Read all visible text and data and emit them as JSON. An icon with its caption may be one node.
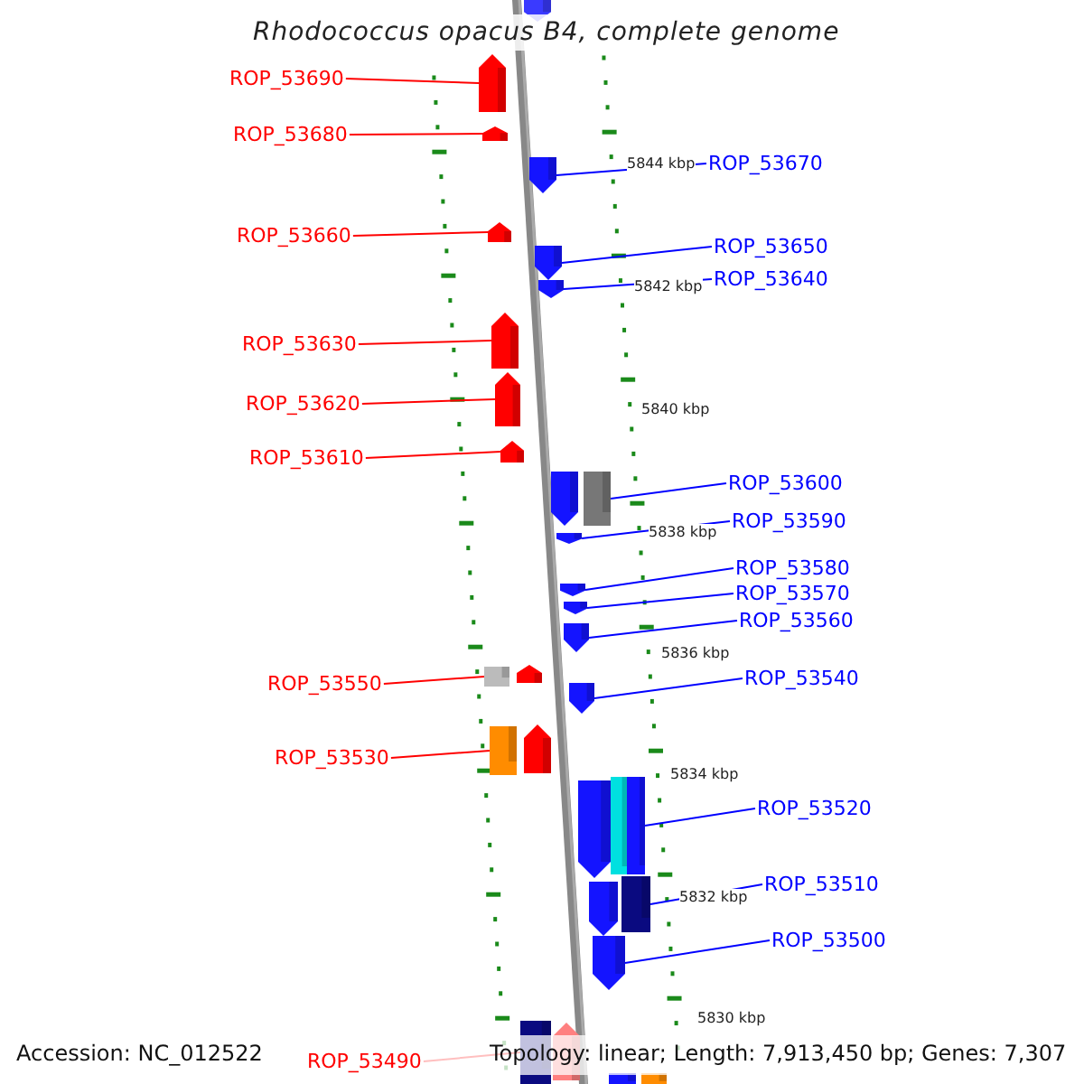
{
  "diagram": {
    "title": "Rhodococcus opacus B4, complete genome",
    "nodes": [
      {
        "text": [
          "ROP_53690"
        ]
      },
      {
        "text": [],
        "shape": "arrow"
      },
      {
        "text": [
          "ROP_53680"
        ]
      },
      {
        "text": [],
        "shape": "arrow"
      },
      {
        "text": [
          "ROP_53670"
        ]
      },
      {
        "text": [],
        "shape": "arrow"
      },
      {
        "text": [
          "ROP_53660"
        ]
      },
      {
        "text": [],
        "shape": "arrow"
      },
      {
        "text": [
          "ROP_53650"
        ]
      },
      {
        "text": [],
        "shape": "arrow"
      },
      {
        "text": [
          "ROP_53640"
        ]
      },
      {
        "text": [],
        "shape": "arrow"
      },
      {
        "text": [
          "ROP_53630"
        ]
      },
      {
        "text": [],
        "shape": "arrow"
      },
      {
        "text": [
          "ROP_53620"
        ]
      },
      {
        "text": [],
        "shape": "arrow"
      },
      {
        "text": [
          "ROP_53610"
        ]
      },
      {
        "text": [],
        "shape": "arrow"
      },
      {
        "text": [
          "ROP_53600"
        ]
      },
      {
        "text": [],
        "shape": "box"
      },
      {
        "text": [
          "ROP_53590"
        ]
      },
      {
        "text": [],
        "shape": "arrow"
      },
      {
        "text": [
          "ROP_53580"
        ]
      },
      {
        "text": [],
        "shape": "arrow"
      },
      {
        "text": [
          "ROP_53570"
        ]
      },
      {
        "text": [],
        "shape": "arrow"
      },
      {
        "text": [
          "ROP_53560"
        ]
      },
      {
        "text": [],
        "shape": "arrow"
      },
      {
        "text": [
          "ROP_53540"
        ]
      },
      {
        "text": [],
        "shape": "arrow"
      },
      {
        "text": [
          "ROP_53550"
        ]
      },
      {
        "text": [],
        "shape": "box"
      },
      {
        "text": [
          "ROP_53530"
        ]
      },
      {
        "text": [],
        "shape": "box"
      },
      {
        "text": [
          "ROP_53520"
        ]
      },
      {
        "text": [],
        "shape": "box"
      },
      {
        "text": [
          "ROP_53510"
        ]
      },
      {
        "text": [],
        "shape": "box"
      },
      {
        "text": [
          "ROP_53500"
        ]
      },
      {
        "text": [],
        "shape": "arrow"
      },
      {
        "text": [
          "ROP_53490"
        ]
      },
      {
        "text": [],
        "shape": "box"
      },
      {
        "text": [],
        "shape": "arrow"
      },
      {
        "text": [],
        "shape": "arrow"
      },
      {
        "text": [],
        "shape": "arrow"
      },
      {
        "text": [],
        "shape": "arrow"
      },
      {
        "text": [],
        "shape": "box"
      },
      {
        "text": [],
        "shape": "arrow"
      },
      {
        "text": [],
        "shape": "arrow"
      },
      {
        "text": [],
        "shape": "arrow"
      },
      {
        "text": [],
        "shape": "box"
      },
      {
        "text": [],
        "shape": "box"
      }
    ],
    "edges": [
      {
        "from": 0,
        "to": 1,
        "arrow": "none",
        "color": "#ff0000"
      },
      {
        "from": 2,
        "to": 3,
        "arrow": "none",
        "color": "#ff0000"
      },
      {
        "from": 4,
        "to": 5,
        "arrow": "none"
      },
      {
        "from": 6,
        "to": 7,
        "arrow": "none",
        "color": "#ff0000"
      },
      {
        "from": 8,
        "to": 9,
        "arrow": "none"
      },
      {
        "from": 10,
        "to": 11,
        "arrow": "none"
      },
      {
        "from": 12,
        "to": 13,
        "arrow": "none",
        "color": "#ff0000"
      },
      {
        "from": 14,
        "to": 15,
        "arrow": "none",
        "color": "#ff0000"
      },
      {
        "from": 16,
        "to": 17,
        "arrow": "none",
        "color": "#ff0000"
      },
      {
        "from": 18,
        "to": 19,
        "arrow": "none"
      },
      {
        "from": 20,
        "to": 21,
        "arrow": "none"
      },
      {
        "from": 22,
        "to": 23,
        "arrow": "none"
      },
      {
        "from": 24,
        "to": 25,
        "arrow": "none"
      },
      {
        "from": 26,
        "to": 27,
        "arrow": "none"
      },
      {
        "from": 28,
        "to": 29,
        "arrow": "none"
      },
      {
        "from": 30,
        "to": 31,
        "arrow": "none",
        "color": "#ff0000"
      },
      {
        "from": 32,
        "to": 33,
        "arrow": "none",
        "color": "#ff0000"
      },
      {
        "from": 34,
        "to": 35,
        "arrow": "none"
      },
      {
        "from": 36,
        "to": 37,
        "arrow": "none"
      },
      {
        "from": 38,
        "to": 39,
        "arrow": "none"
      },
      {
        "from": 40,
        "to": 41,
        "arrow": "none",
        "color": "#ff0000"
      }
    ],
    "labels": [
      "5844 kbp",
      "5842 kbp",
      "5840 kbp",
      "5838 kbp",
      "5836 kbp",
      "5834 kbp",
      "5832 kbp",
      "5830 kbp",
      "Accession: NC_012522",
      "Topology: linear; Length: 7,913,450 bp; Genes: 7,307"
    ]
  }
}
